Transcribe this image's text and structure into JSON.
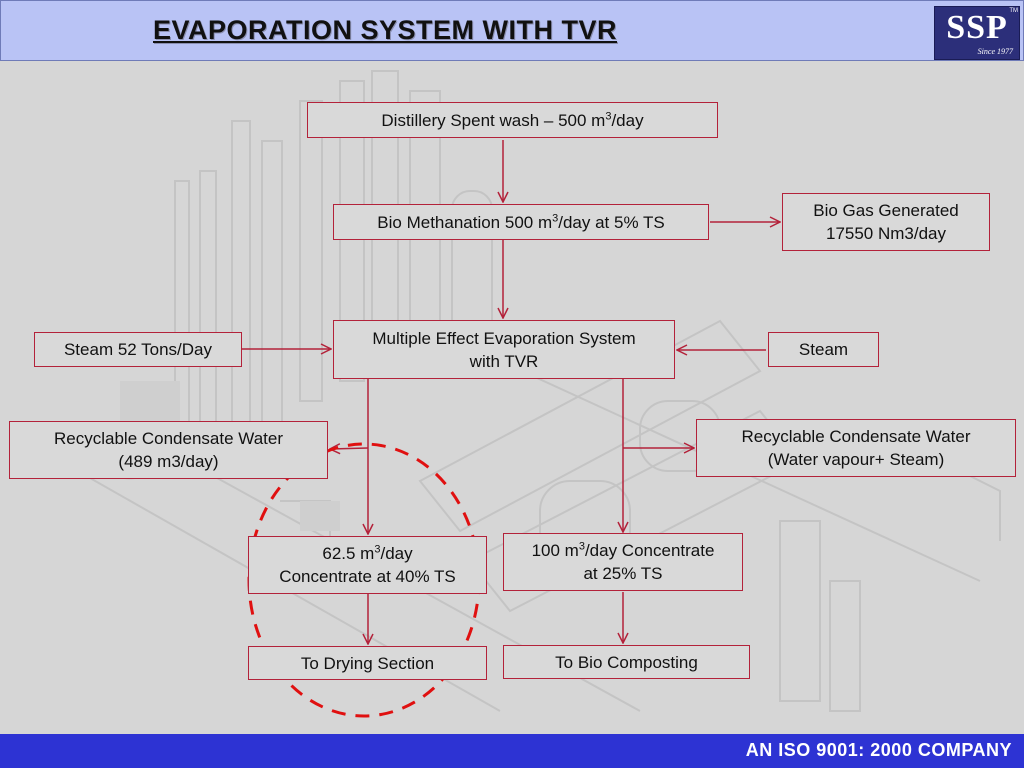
{
  "header": {
    "title": "EVAPORATION SYSTEM WITH TVR",
    "logo_text": "SSP",
    "logo_since": "Since 1977",
    "logo_tm": "TM"
  },
  "boxes": {
    "spent_wash": {
      "pre": "Distillery Spent wash – 500 m",
      "sup": "3",
      "post": "/day"
    },
    "bio_methanation": {
      "pre": "Bio Methanation 500 m",
      "sup": "3",
      "post": "/day at 5% TS"
    },
    "bio_gas": {
      "line1": "Bio Gas Generated",
      "line2": "17550 Nm3/day"
    },
    "mee": {
      "line1": "Multiple Effect Evaporation System",
      "line2": "with TVR"
    },
    "steam_52": "Steam 52 Tons/Day",
    "steam": "Steam",
    "condensate_left": {
      "line1": "Recyclable Condensate Water",
      "line2": "(489 m3/day)"
    },
    "condensate_right": {
      "line1": "Recyclable Condensate Water",
      "line2": "(Water vapour+ Steam)"
    },
    "concentrate_40": {
      "pre": "62.5 m",
      "sup": "3",
      "post": "/day",
      "line2": "Concentrate at 40% TS"
    },
    "concentrate_25": {
      "pre": "100 m",
      "sup": "3",
      "post": "/day Concentrate",
      "line2": "at 25% TS"
    },
    "drying": "To Drying Section",
    "composting": "To Bio Composting"
  },
  "colors": {
    "box_border": "#b3223a",
    "arrow": "#b3223a",
    "highlight_ellipse": "#e01010",
    "header_bg": "#b9c3f5",
    "footer_bg": "#2d33d3",
    "logo_bg": "#2c2f7a"
  },
  "footer": {
    "text": "AN ISO 9001: 2000 COMPANY"
  }
}
